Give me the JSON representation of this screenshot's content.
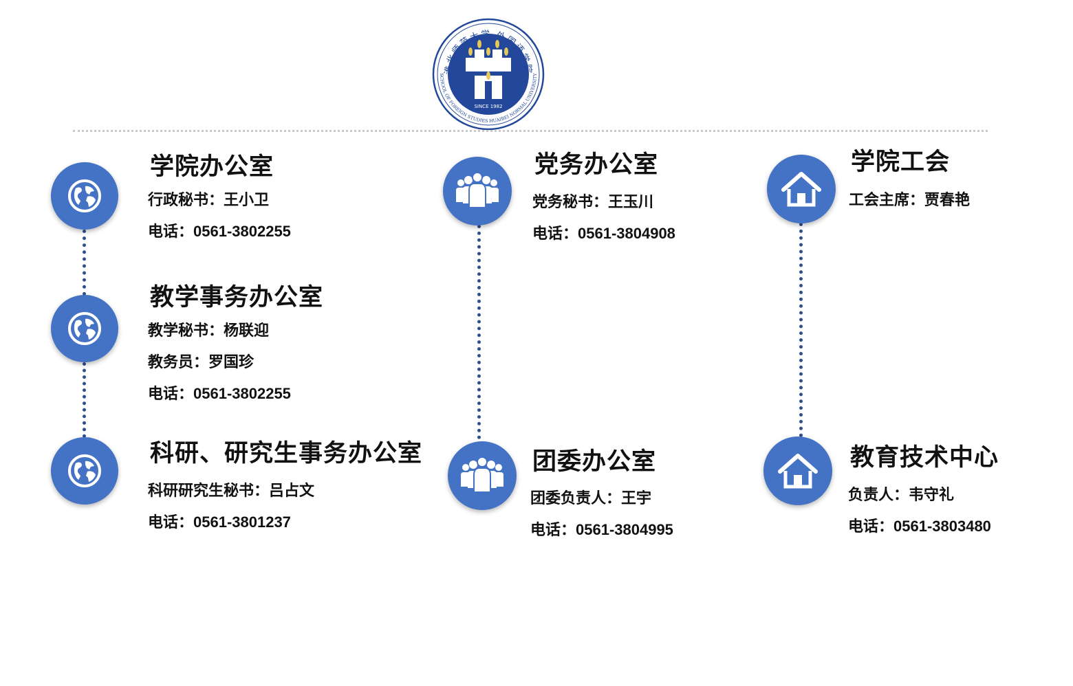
{
  "logo": {
    "arc_text_top": "淮北师范大学 外国语学院",
    "arc_text_bottom": "SCHOOL OF FOREIGN STUDIES  HUAIBEI NORMAL UNIVERSITY",
    "since": "SINCE 1982"
  },
  "colors": {
    "accent": "#4472c4",
    "connector": "#2f4f8f",
    "divider": "#c9c9c9",
    "logo_blue": "#22479b"
  },
  "offices": {
    "college_office": {
      "icon": "globe-icon",
      "title": "学院办公室",
      "lines": [
        "行政秘书：王小卫",
        "电话：0561-3802255"
      ]
    },
    "teaching_office": {
      "icon": "globe-icon",
      "title": "教学事务办公室",
      "lines": [
        "教学秘书：杨联迎",
        "教务员：罗国珍",
        "电话：0561-3802255"
      ]
    },
    "research_office": {
      "icon": "globe-icon",
      "title": "科研、研究生事务办公室",
      "lines": [
        "科研研究生秘书：吕占文",
        "电话：0561-3801237"
      ]
    },
    "party_office": {
      "icon": "people-group-icon",
      "title": "党务办公室",
      "lines": [
        "党务秘书：王玉川",
        "电话：0561-3804908"
      ]
    },
    "youth_league_office": {
      "icon": "people-group-icon",
      "title": "团委办公室",
      "lines": [
        "团委负责人：王宇",
        "电话：0561-3804995"
      ]
    },
    "labor_union": {
      "icon": "home-icon",
      "title": "学院工会",
      "lines": [
        "工会主席：贾春艳"
      ]
    },
    "edu_tech_center": {
      "icon": "home-icon",
      "title": "教育技术中心",
      "lines": [
        "负责人：韦守礼",
        "电话：0561-3803480"
      ]
    }
  }
}
